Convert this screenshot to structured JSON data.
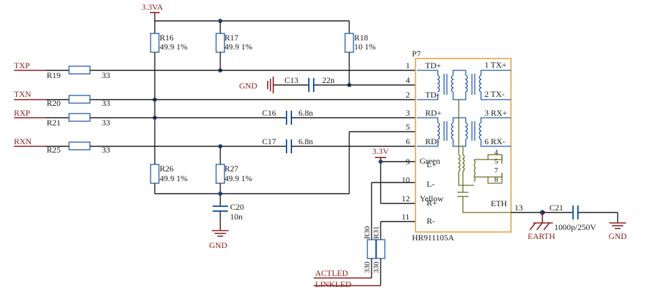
{
  "nets": {
    "vcc_top": "3.3VA",
    "vcc_led": "3.3V",
    "gnd_c13": "GND",
    "gnd_c20": "GND",
    "gnd_c21": "GND",
    "earth": "EARTH",
    "txp": "TXP",
    "txn": "TXN",
    "rxp": "RXP",
    "rxn": "RXN",
    "actled": "ACTLED",
    "linkled": "LINKLED"
  },
  "components": {
    "r16": {
      "ref": "R16",
      "value": "49.9 1%"
    },
    "r17": {
      "ref": "R17",
      "value": "49.9 1%"
    },
    "r18": {
      "ref": "R18",
      "value": "10 1%"
    },
    "r19": {
      "ref": "R19",
      "value": "33"
    },
    "r20": {
      "ref": "R20",
      "value": "33"
    },
    "r21": {
      "ref": "R21",
      "value": "33"
    },
    "r25": {
      "ref": "R25",
      "value": "33"
    },
    "r26": {
      "ref": "R26",
      "value": "49.9 1%"
    },
    "r27": {
      "ref": "R27",
      "value": "49.9 1%"
    },
    "r30": {
      "ref": "R30",
      "value": "330"
    },
    "r31": {
      "ref": "R31",
      "value": "330"
    },
    "c13": {
      "ref": "C13",
      "value": "22n"
    },
    "c16": {
      "ref": "C16",
      "value": "6.8n"
    },
    "c17": {
      "ref": "C17",
      "value": "6.8n"
    },
    "c20": {
      "ref": "C20",
      "value": "10n"
    },
    "c21": {
      "ref": "C21",
      "value": "1000p/250V"
    }
  },
  "connector": {
    "ref": "P7",
    "part": "HR911105A",
    "left_pins": [
      {
        "num": "1",
        "label": "TD+"
      },
      {
        "num": "4",
        "label": ""
      },
      {
        "num": "2",
        "label": "TD-"
      },
      {
        "num": "3",
        "label": "RD+"
      },
      {
        "num": "5",
        "label": ""
      },
      {
        "num": "6",
        "label": "RD-"
      },
      {
        "num": "9",
        "label": "L+"
      },
      {
        "num": "10",
        "label": "L-"
      },
      {
        "num": "12",
        "label": "R+"
      },
      {
        "num": "11",
        "label": "R-"
      }
    ],
    "right_pins": [
      {
        "label": "1 TX+"
      },
      {
        "label": "2 TX-"
      },
      {
        "label": "3 RX+"
      },
      {
        "label": "6 RX-"
      }
    ],
    "rj_pins": [
      "4",
      "5",
      "7",
      "8"
    ],
    "led_green": "Green",
    "led_yellow": "Yellow",
    "eth_label": "ETH",
    "eth_pin": "13"
  }
}
